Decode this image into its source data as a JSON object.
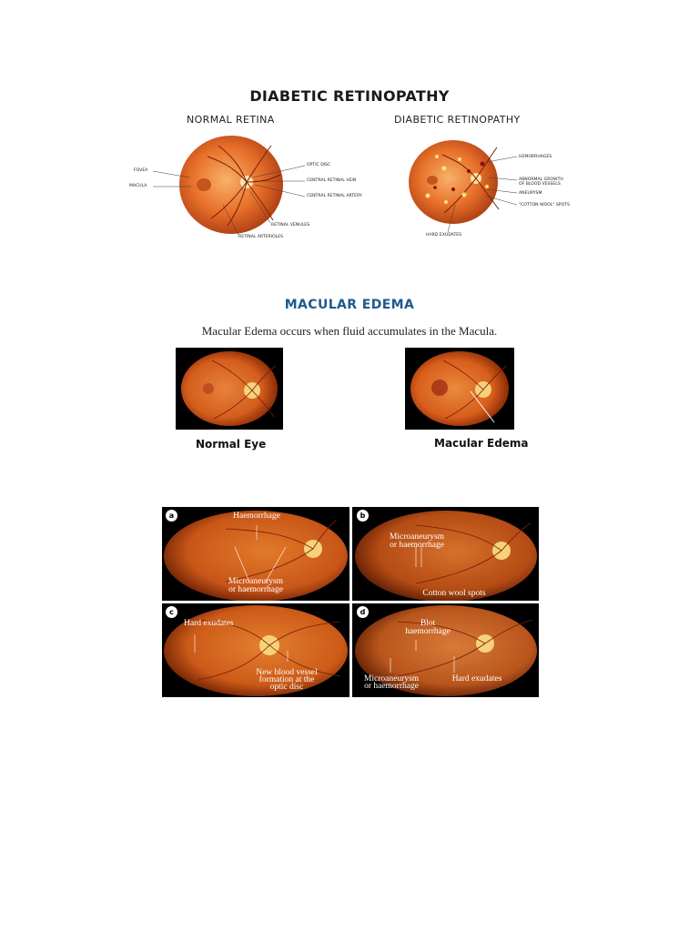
{
  "diagram": {
    "title": "DIABETIC RETINOPATHY",
    "normal": {
      "heading": "NORMAL RETINA",
      "labels": {
        "fovea": "FOVEA",
        "macula": "MACULA",
        "optic_disc": "OPTIC DISC",
        "central_vein": "CENTRAL RETINAL VEIN",
        "central_artery": "CENTRAL RETINAL ARTERY",
        "venules": "RETINAL VENULES",
        "arterioles": "RETINAL ARTERIOLES"
      }
    },
    "diabetic": {
      "heading": "DIABETIC RETINOPATHY",
      "labels": {
        "hemorrhages": "HEMORRHAGES",
        "abnormal_growth_1": "ABNORMAL GROWTH",
        "abnormal_growth_2": "OF BLOOD VESSELS",
        "aneurysm": "ANEURYSM",
        "cotton_wool": "\"COTTON WOOL\" SPOTS",
        "hard_exudates": "HARD EXUDATES"
      }
    }
  },
  "macular": {
    "title": "MACULAR EDEMA",
    "subtitle": "Macular Edema occurs when fluid accumulates in the Macula.",
    "normal_label": "Normal Eye",
    "edema_label": "Macular Edema"
  },
  "panels": {
    "a": {
      "letter": "a",
      "haemorrhage": "Haemorrhage",
      "micro_1": "Microaneurysm",
      "micro_2": "or haemorrhage"
    },
    "b": {
      "letter": "b",
      "micro_1": "Microaneurysm",
      "micro_2": "or haemorrhage",
      "cotton": "Cotton wool spots"
    },
    "c": {
      "letter": "c",
      "hard": "Hard exudates",
      "nbv_1": "New blood vessel",
      "nbv_2": "formation at the",
      "nbv_3": "optic disc"
    },
    "d": {
      "letter": "d",
      "blot_1": "Blot",
      "blot_2": "haemorrhage",
      "micro_1": "Microaneurysm",
      "micro_2": "or haemorrhage",
      "hard": "Hard exudates"
    }
  },
  "colors": {
    "title_blue": "#1f5a8e",
    "retina_orange": "#e8702a",
    "retina_dark": "#a83a10"
  }
}
